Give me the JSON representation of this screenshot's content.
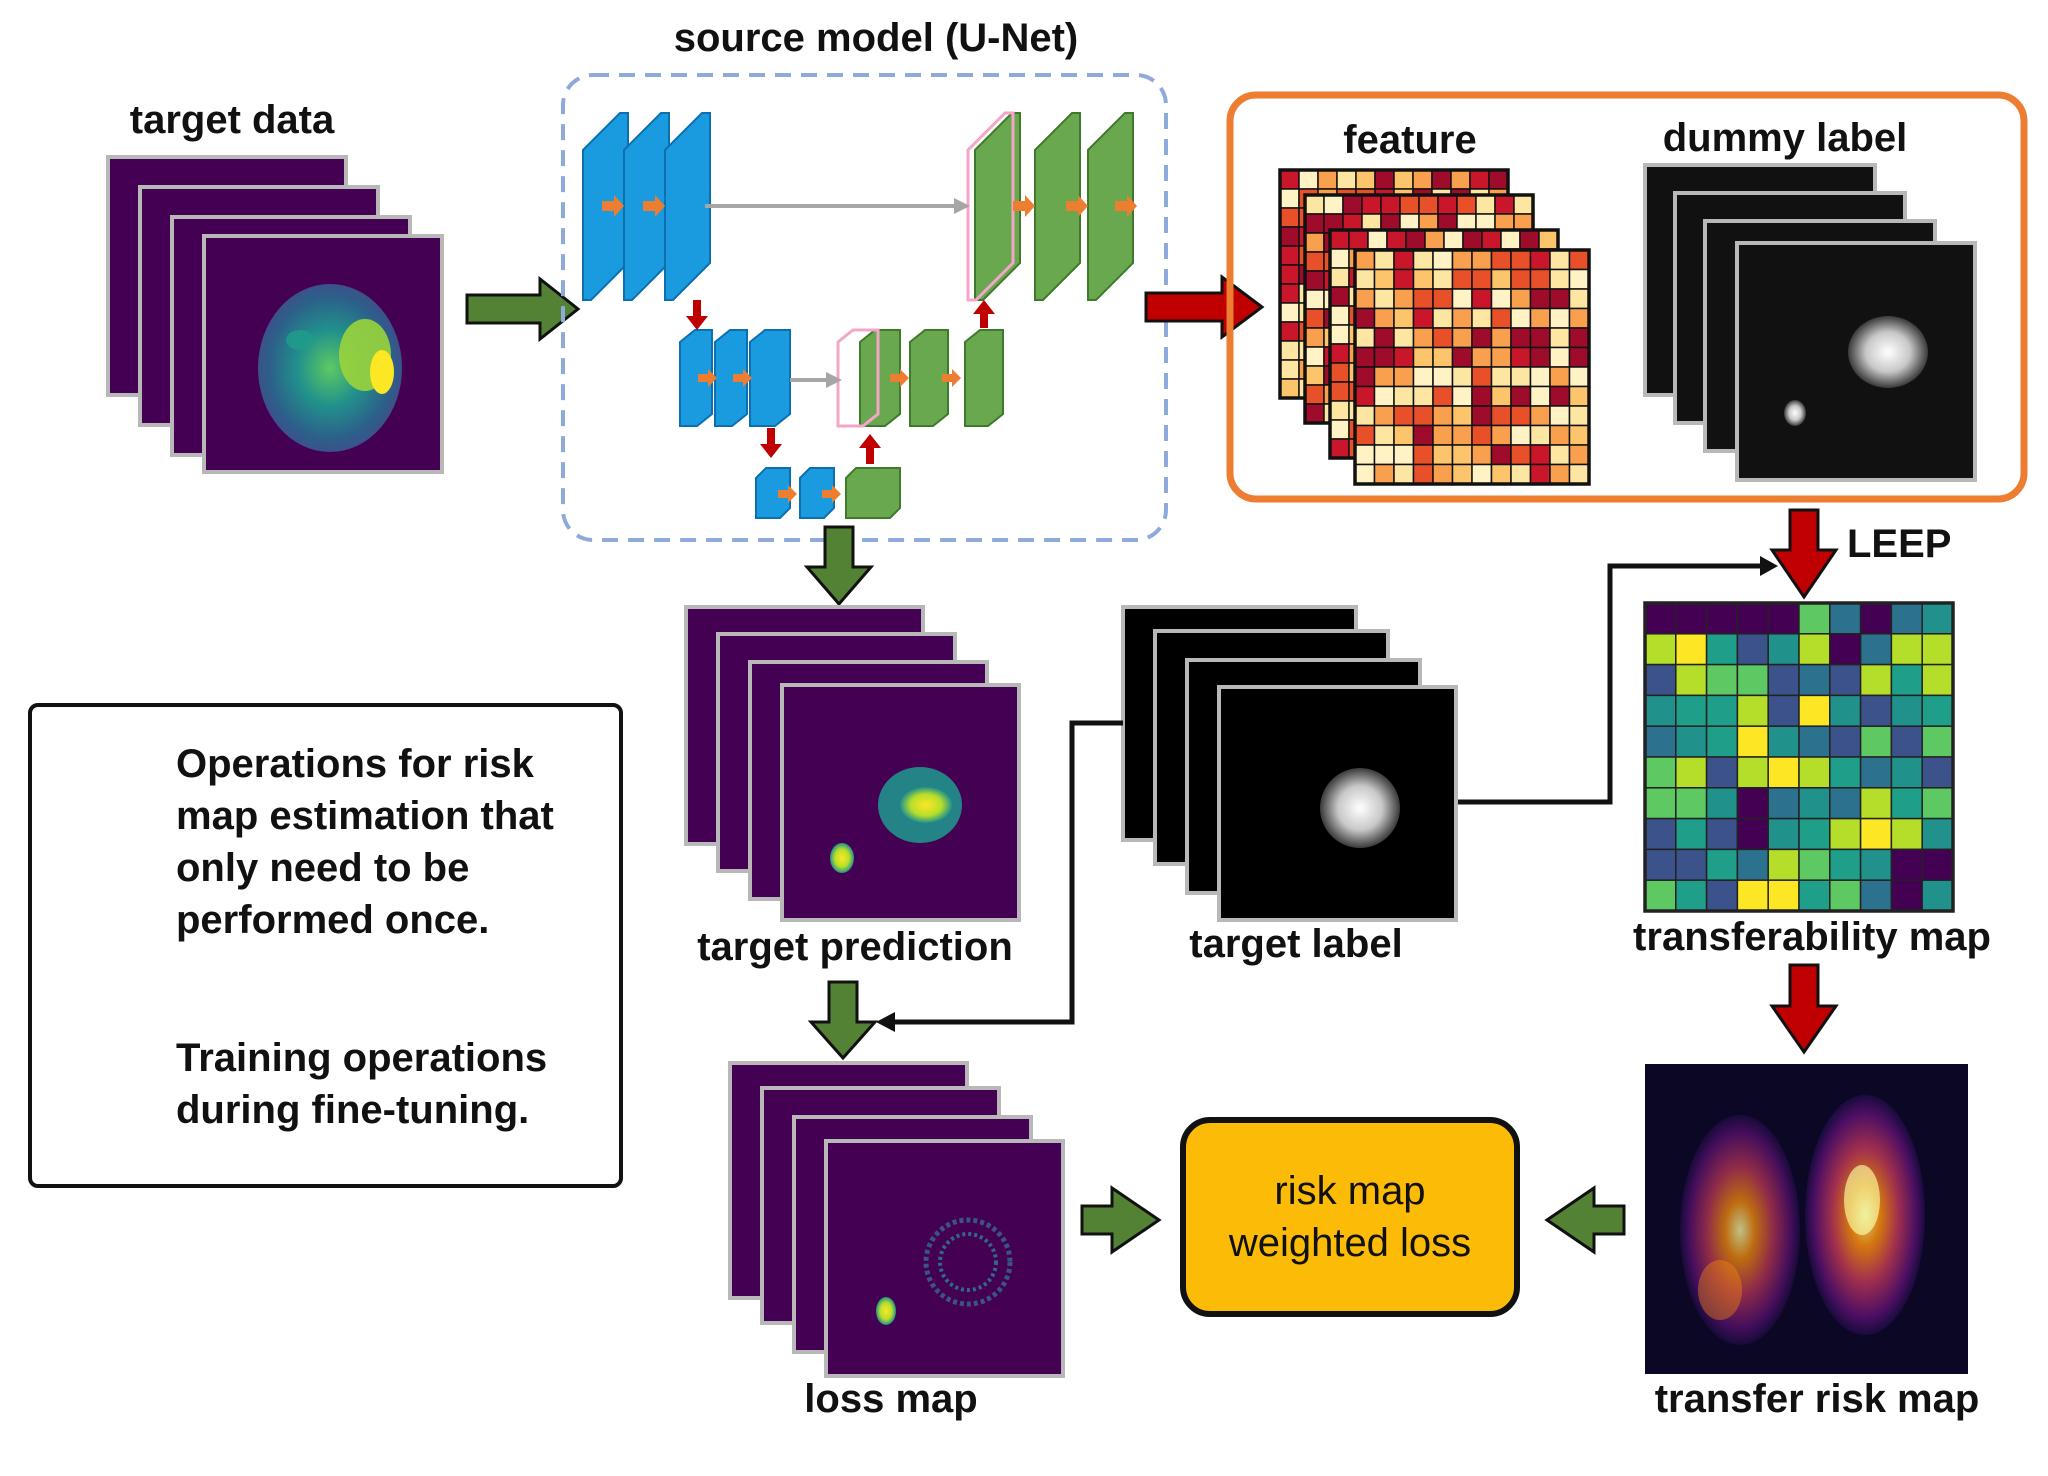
{
  "labels": {
    "source_model": "source model (U-Net)",
    "target_data": "target data",
    "feature": "feature",
    "dummy_label": "dummy label",
    "leep": "LEEP",
    "target_prediction": "target prediction",
    "target_label": "target label",
    "transferability_map": "transferability map",
    "loss_map": "loss map",
    "risk_box_line1": "risk map",
    "risk_box_line2": "weighted loss",
    "transfer_risk_map": "transfer risk map"
  },
  "legend": {
    "red_lines": [
      "Operations for risk",
      "map estimation that",
      "only need to be",
      "performed once."
    ],
    "green_lines": [
      "Training operations",
      "during fine-tuning."
    ]
  },
  "colors": {
    "op_red": "#c00000",
    "train_green": "#548235",
    "unet_blue": "#1a9be0",
    "unet_green": "#6aa84f",
    "highlight_orange": "#ed7d31",
    "dashed_blue": "#8eaadb",
    "risk_box_yellow": "#fbbb06",
    "viridis_dark": "#440154"
  },
  "icons": {
    "red_arrow": "red-arrow-icon",
    "green_arrow": "green-arrow-icon"
  }
}
